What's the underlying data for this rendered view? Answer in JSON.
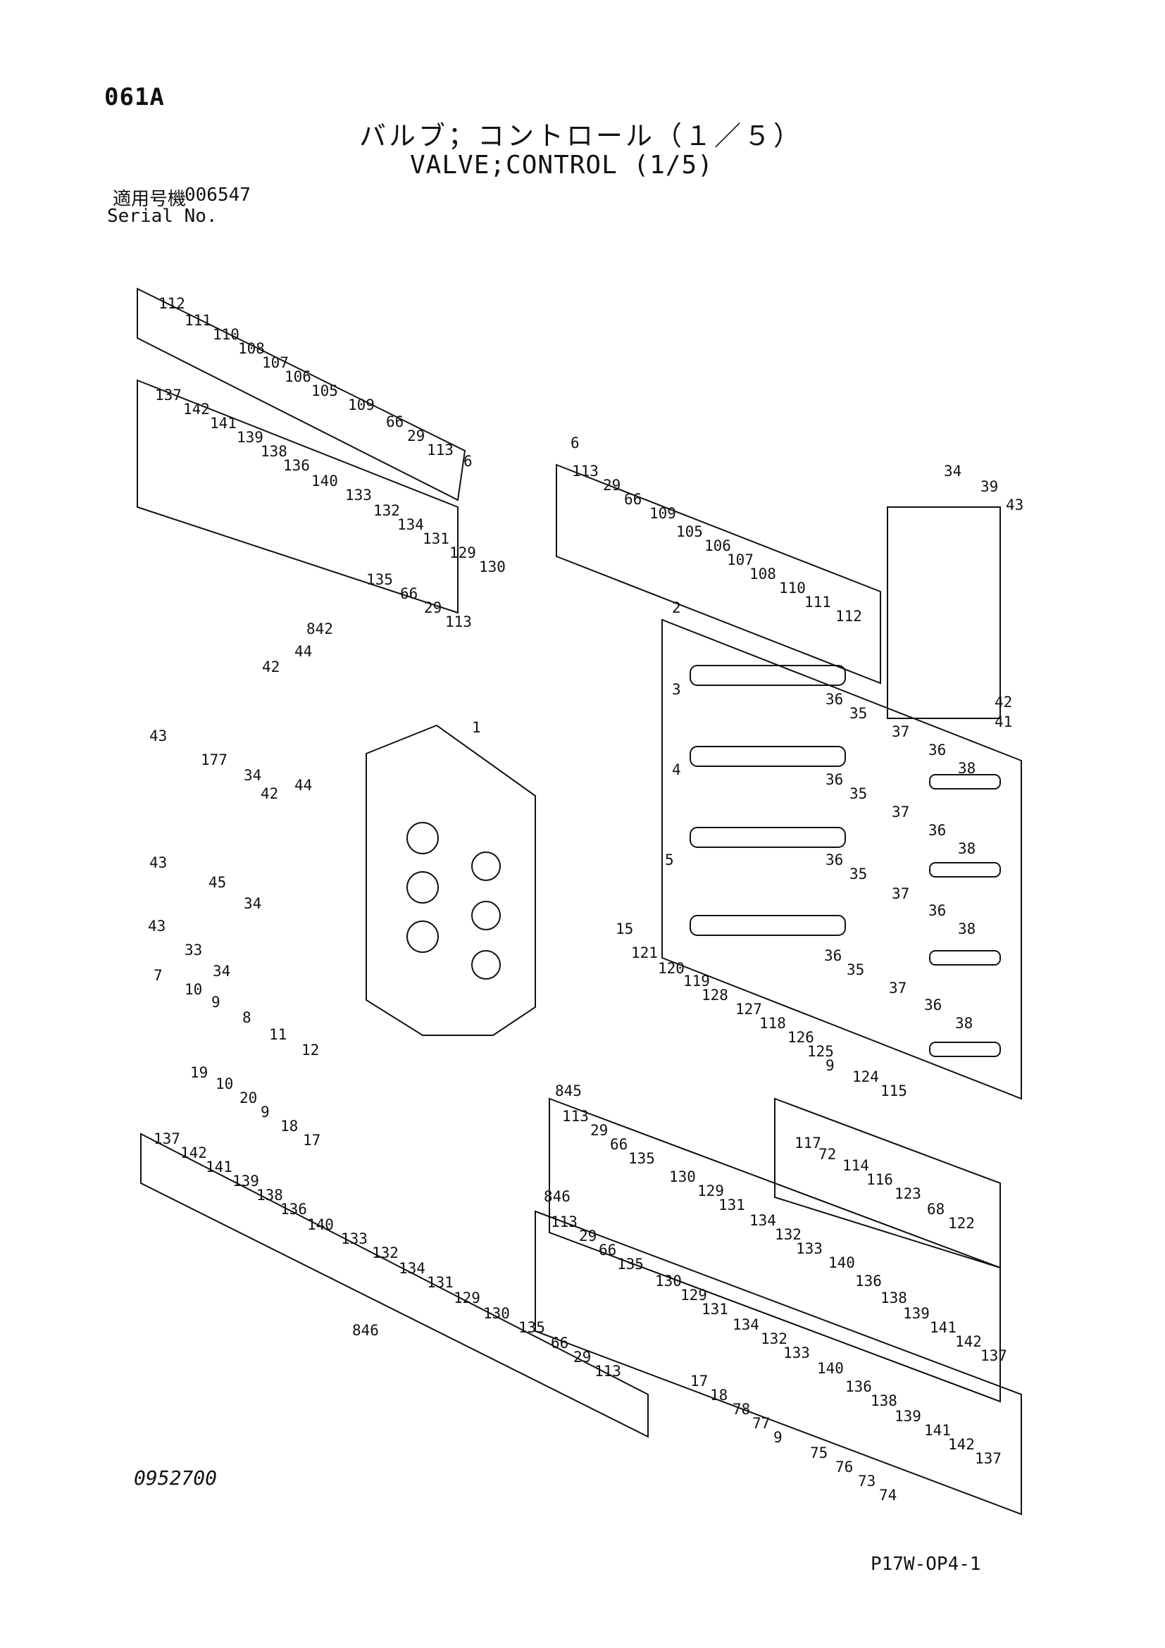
{
  "header": {
    "page_code": "061A",
    "title_jp": "バルブ；コントロール（１／５）",
    "title_en": "VALVE;CONTROL (1/5)",
    "serial_label_jp": "適用号機",
    "serial_number": "006547",
    "serial_label_en": "Serial No."
  },
  "footer": {
    "drawing_number": "0952700",
    "sheet_ref": "P17W-OP4-1"
  },
  "part_labels": [
    "112",
    "111",
    "110",
    "108",
    "107",
    "106",
    "105",
    "109",
    "66",
    "29",
    "113",
    "6",
    "137",
    "142",
    "141",
    "139",
    "138",
    "136",
    "140",
    "133",
    "132",
    "134",
    "131",
    "129",
    "130",
    "135",
    "66",
    "29",
    "113",
    "842",
    "6",
    "113",
    "29",
    "66",
    "109",
    "105",
    "106",
    "107",
    "108",
    "110",
    "111",
    "112",
    "34",
    "39",
    "43",
    "42",
    "41",
    "2",
    "36",
    "35",
    "37",
    "36",
    "38",
    "3",
    "36",
    "35",
    "37",
    "36",
    "38",
    "4",
    "36",
    "35",
    "37",
    "36",
    "38",
    "5",
    "36",
    "35",
    "37",
    "36",
    "38",
    "1",
    "44",
    "42",
    "43",
    "177",
    "34",
    "44",
    "42",
    "43",
    "45",
    "34",
    "43",
    "33",
    "34",
    "7",
    "10",
    "9",
    "8",
    "11",
    "12",
    "19",
    "10",
    "20",
    "9",
    "18",
    "17",
    "15",
    "121",
    "120",
    "119",
    "128",
    "127",
    "118",
    "126",
    "125",
    "9",
    "124",
    "115",
    "117",
    "72",
    "114",
    "116",
    "123",
    "68",
    "122",
    "845",
    "113",
    "29",
    "66",
    "135",
    "130",
    "129",
    "131",
    "134",
    "132",
    "133",
    "140",
    "136",
    "138",
    "139",
    "141",
    "142",
    "137",
    "846",
    "113",
    "29",
    "66",
    "135",
    "130",
    "129",
    "131",
    "134",
    "132",
    "133",
    "140",
    "136",
    "138",
    "139",
    "141",
    "142",
    "137",
    "17",
    "18",
    "78",
    "77",
    "9",
    "75",
    "76",
    "73",
    "74",
    "137",
    "142",
    "141",
    "139",
    "138",
    "136",
    "140",
    "133",
    "132",
    "134",
    "131",
    "129",
    "130",
    "135",
    "66",
    "29",
    "113",
    "846"
  ],
  "colors": {
    "ink": "#111111",
    "background": "#ffffff"
  }
}
